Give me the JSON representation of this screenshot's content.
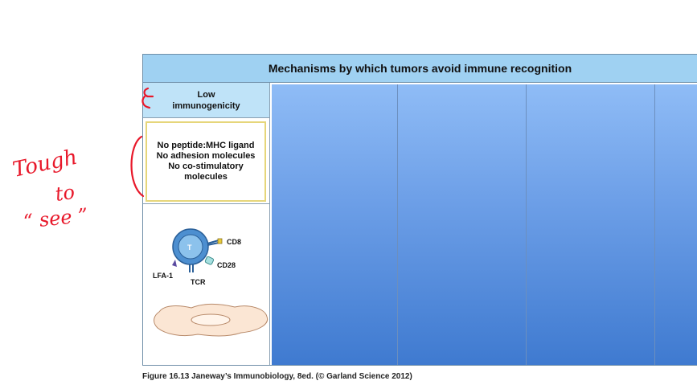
{
  "header": {
    "title": "Mechanisms by which tumors avoid immune recognition"
  },
  "column": {
    "heading_line1": "Low",
    "heading_line2": "immunogenicity",
    "lines": [
      "No peptide:MHC ligand",
      "No adhesion molecules",
      "No co-stimulatory",
      "molecules"
    ]
  },
  "labels": {
    "t_cell": "T",
    "cd8": "CD8",
    "cd28": "CD28",
    "lfa1": "LFA-1",
    "tcr": "TCR"
  },
  "caption": "Figure 16.13  Janeway’s Immunobiology, 8ed. (© Garland Science 2012)",
  "annotation": {
    "line1": "Tough",
    "line2": "to",
    "line3": "“ see ”"
  },
  "colors": {
    "header": "#9fd1f2",
    "panel_top": "#8fbcf6",
    "panel_bottom": "#3f7ad0",
    "ink": "#e8182a"
  }
}
